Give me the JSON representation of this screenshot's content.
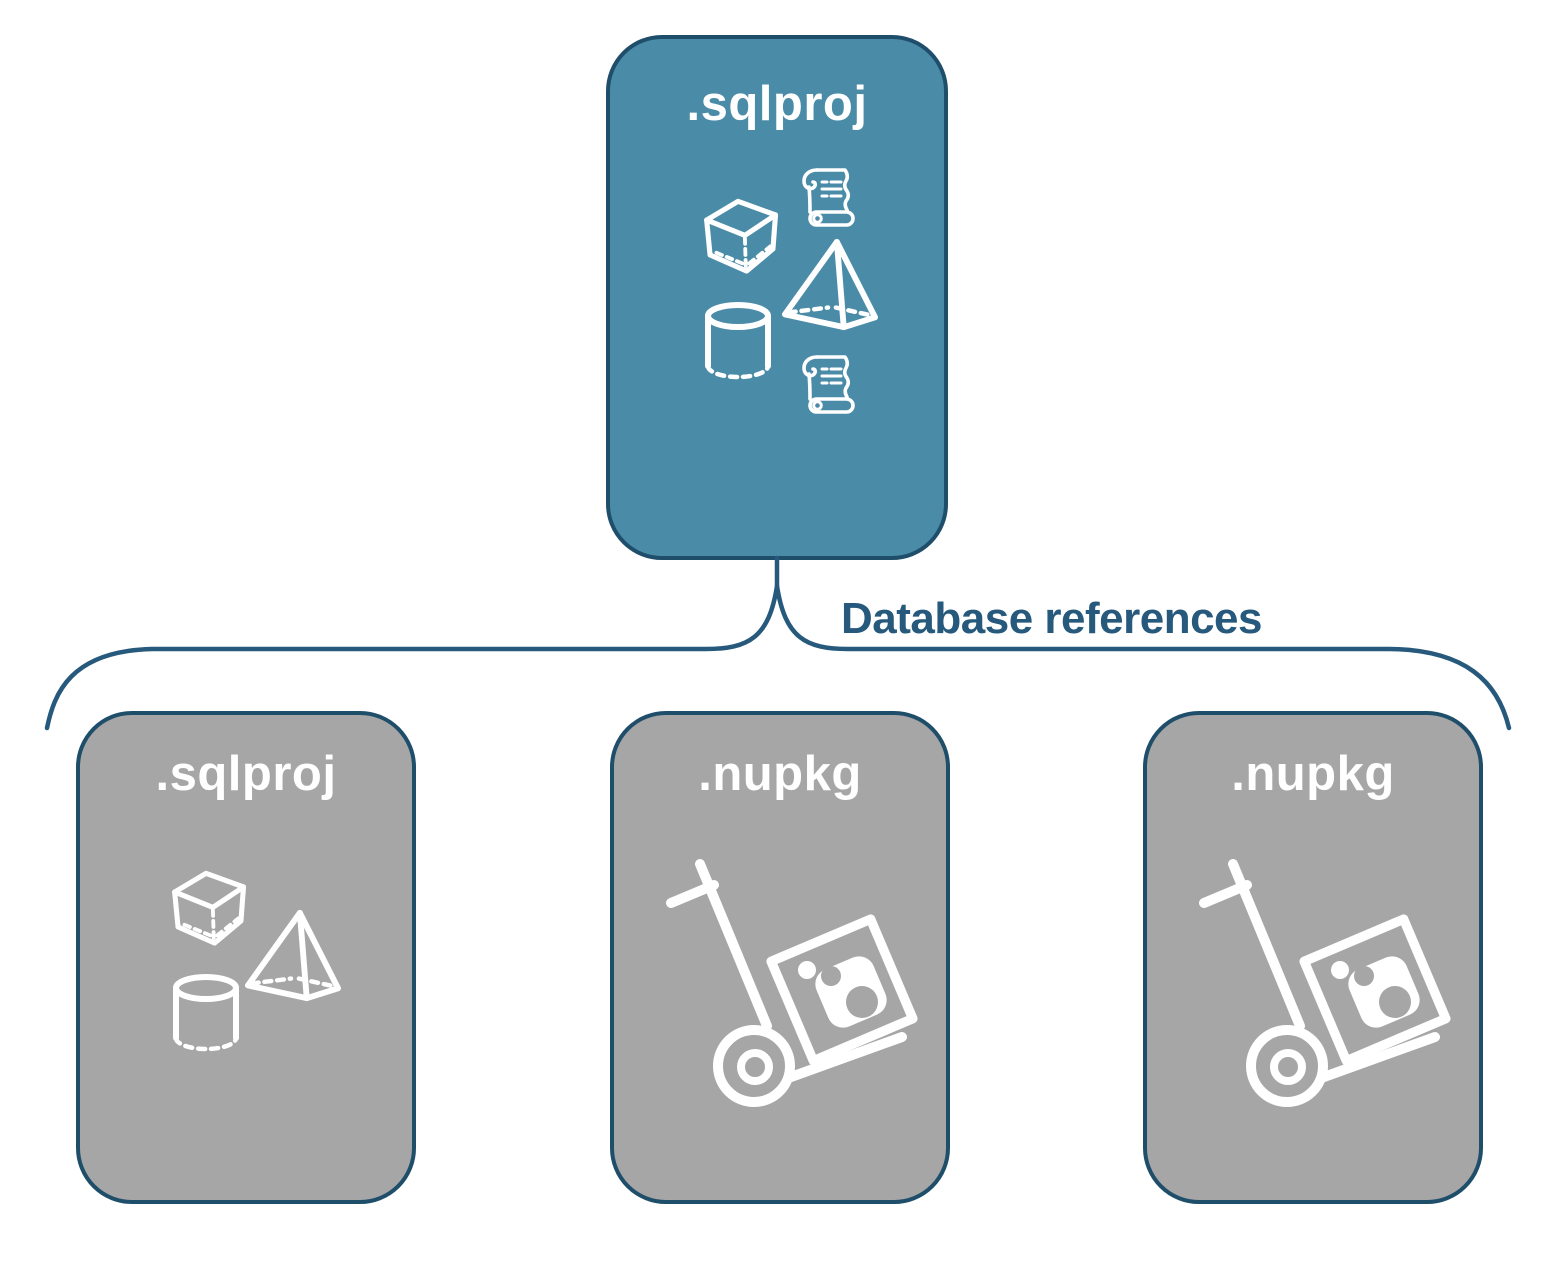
{
  "diagram": {
    "root_box": {
      "label": ".sqlproj",
      "icons": [
        "cube-icon",
        "scroll-icon",
        "pyramid-icon",
        "cylinder-icon",
        "scroll-icon"
      ]
    },
    "connector": {
      "label": "Database references"
    },
    "child_boxes": [
      {
        "label": ".sqlproj",
        "icons": [
          "cube-icon",
          "pyramid-icon",
          "cylinder-icon"
        ]
      },
      {
        "label": ".nupkg",
        "icons": [
          "package-dolly-icon"
        ]
      },
      {
        "label": ".nupkg",
        "icons": [
          "package-dolly-icon"
        ]
      }
    ],
    "colors": {
      "background": "#FFFFFF",
      "root_fill": "#4A8CA8",
      "child_fill": "#A6A6A6",
      "outline": "#1F4E6B",
      "connector_line": "#26597C",
      "label_text": "#26597C",
      "title_text": "#FFFFFF",
      "icon_stroke": "#FFFFFF"
    }
  }
}
